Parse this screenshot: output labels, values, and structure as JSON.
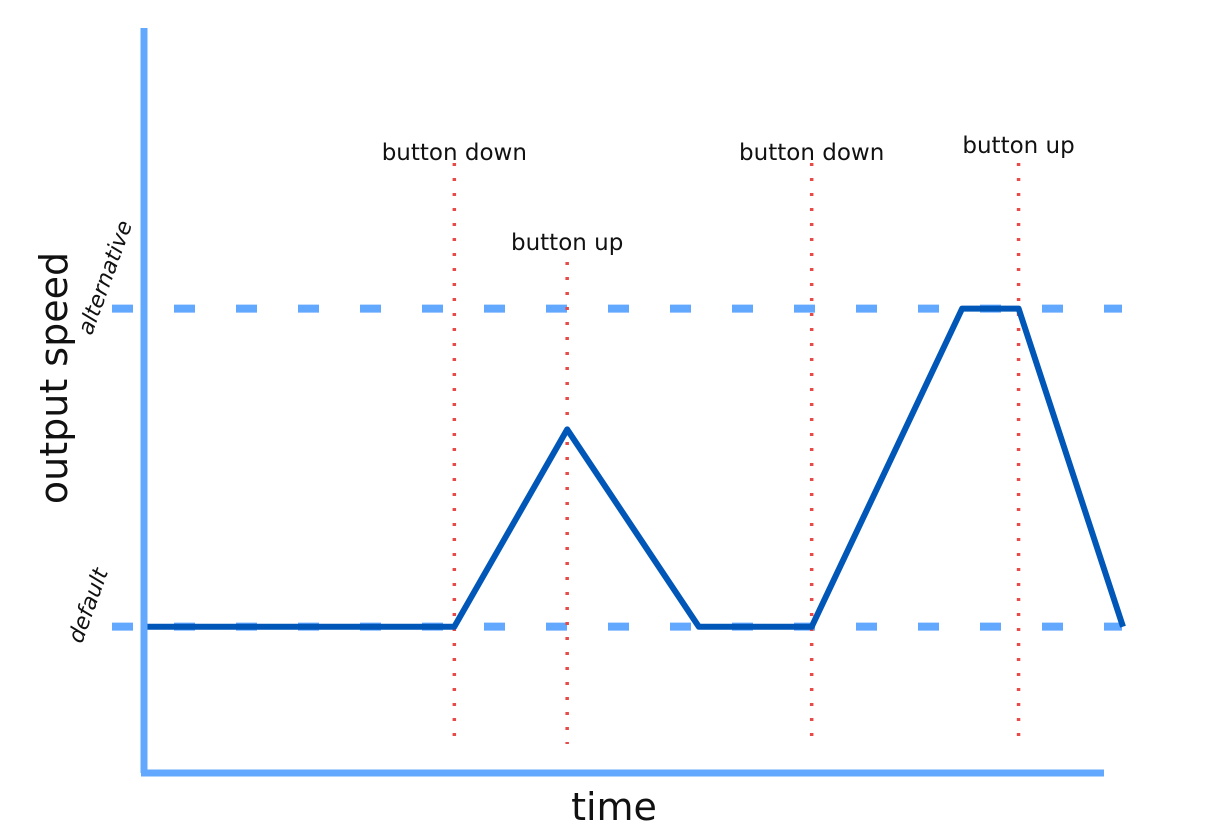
{
  "colors": {
    "axis": "#63a8ff",
    "guide": "#63a8ff",
    "signal": "#0057b8",
    "event": "#e84a4a",
    "text": "#111111"
  },
  "axes": {
    "x_label": "time",
    "y_label": "output speed"
  },
  "levels": {
    "default": "default",
    "alternative": "alternative"
  },
  "events": [
    {
      "label": "button down",
      "t": 3.3
    },
    {
      "label": "button up",
      "t": 4.5
    },
    {
      "label": "button down",
      "t": 7.1
    },
    {
      "label": "button up",
      "t": 9.3
    }
  ],
  "chart_data": {
    "type": "line",
    "xlabel": "time",
    "ylabel": "output speed",
    "xlim": [
      0,
      10.4
    ],
    "ylim": [
      -0.46,
      1.97
    ],
    "y_reference_levels": [
      {
        "name": "default",
        "y": 0
      },
      {
        "name": "alternative",
        "y": 1
      }
    ],
    "series": [
      {
        "x": [
          0,
          3.3,
          4.5,
          5.9,
          7.1,
          8.7,
          9.3,
          11.3,
          11.8
        ],
        "y": [
          0,
          0,
          0.62,
          0,
          0,
          1,
          1,
          0,
          0
        ]
      }
    ]
  }
}
